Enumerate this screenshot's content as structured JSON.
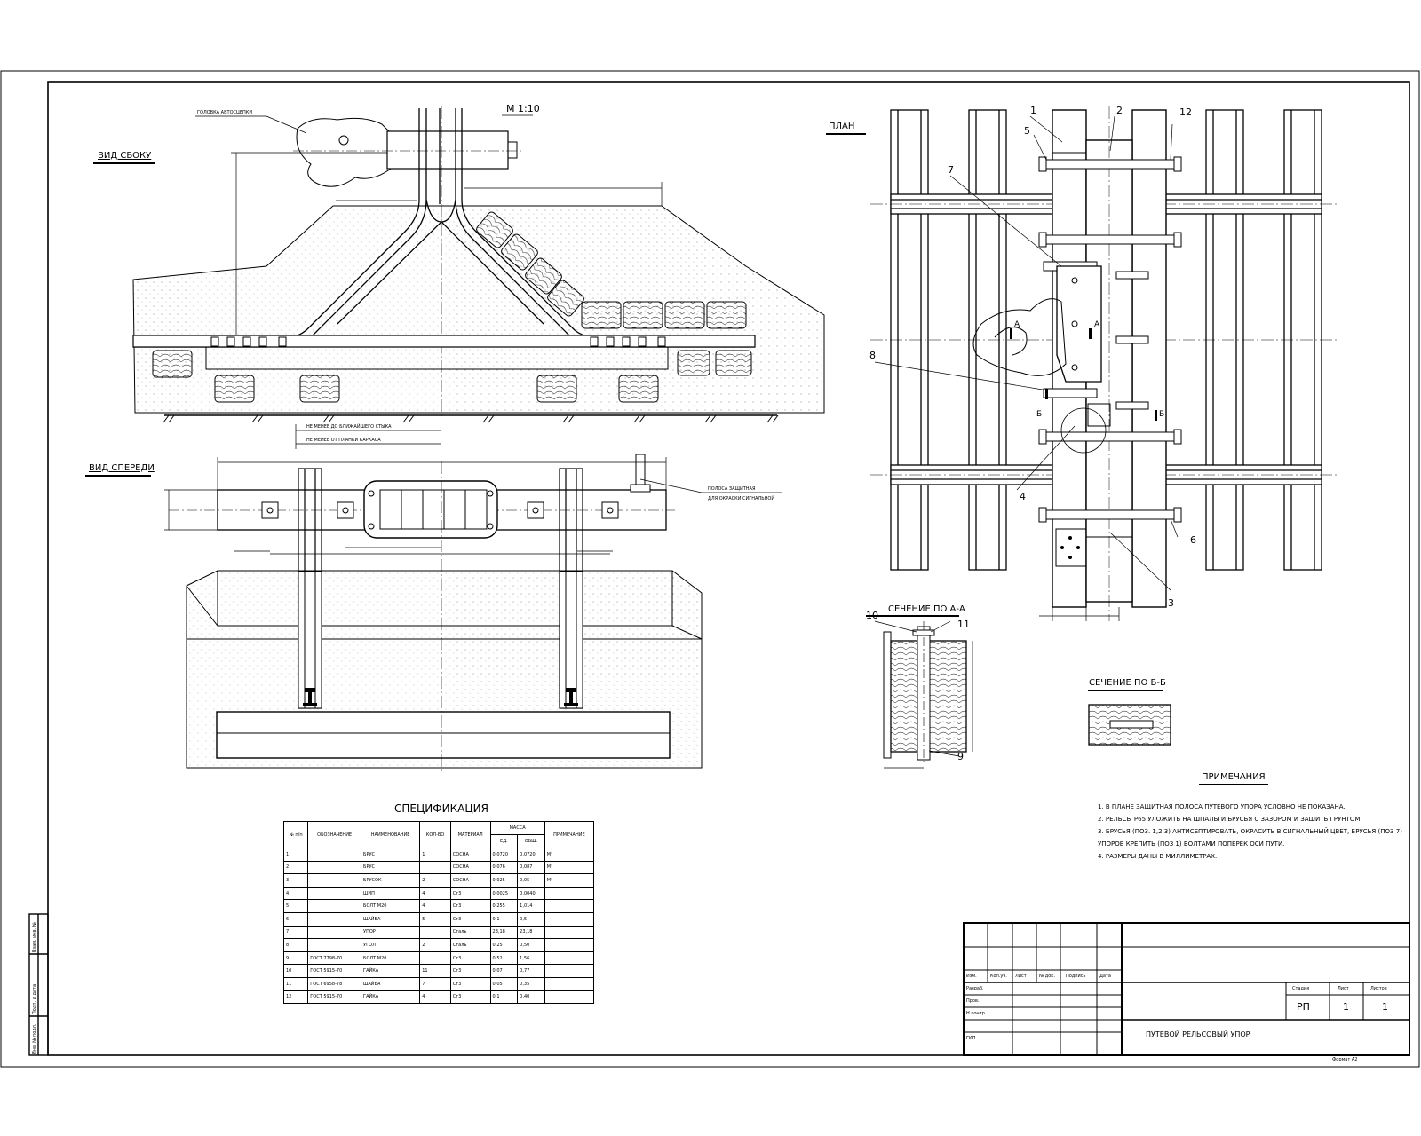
{
  "views": {
    "side_view_title": "ВИД СБОКУ",
    "front_view_title": "ВИД СПЕРЕДИ",
    "plan_title": "ПЛАН",
    "scale": "М 1:10",
    "section_aa": "СЕЧЕНИЕ ПО А-А",
    "section_bb": "СЕЧЕНИЕ ПО Б-Б"
  },
  "side_annotations": {
    "callout_top": "ГОЛОВКА АВТОСЦЕПКИ",
    "dim_note_1": "НЕ МЕНЕЕ ДО БЛИЖАЙШЕГО СТЫКА",
    "dim_note_2": "НЕ МЕНЕЕ ОТ ПЛАНКИ КАРКАСА"
  },
  "front_annotations": {
    "callout_right_1": "ПОЛОСА ЗАЩИТНАЯ",
    "callout_right_2": "ДЛЯ ОКРАСКИ СИГНАЛЬНОЙ"
  },
  "plan_markers": {
    "a_left": "А",
    "a_right": "А",
    "b_left": "Б",
    "b_right": "Б"
  },
  "position_numbers": {
    "p1": "1",
    "p2": "2",
    "p3": "3",
    "p4": "4",
    "p5": "5",
    "p6": "6",
    "p7": "7",
    "p8": "8",
    "p9": "9",
    "p10": "10",
    "p11": "11",
    "p12": "12"
  },
  "specification": {
    "title": "СПЕЦИФИКАЦИЯ",
    "headers": {
      "pos": "№ п/п",
      "designation": "ОБОЗНАЧЕНИЕ",
      "name": "НАИМЕНОВАНИЕ",
      "qty": "КОЛ-ВО",
      "material": "МАТЕРИАЛ",
      "mass": "МАССА",
      "mass_unit": "ЕД.",
      "mass_total": "ОБЩ.",
      "note": "ПРИМЕЧАНИЕ"
    },
    "rows": [
      {
        "pos": "1",
        "des": "",
        "name": "БРУС",
        "qty": "1",
        "mat": "СОСНА",
        "m1": "0,0720",
        "m2": "0,0720",
        "note": "М³"
      },
      {
        "pos": "2",
        "des": "",
        "name": "БРУС",
        "qty": "",
        "mat": "СОСНА",
        "m1": "0,076",
        "m2": "0,087",
        "note": "М³"
      },
      {
        "pos": "3",
        "des": "",
        "name": "БРУСОК",
        "qty": "2",
        "mat": "СОСНА",
        "m1": "0,025",
        "m2": "0,05",
        "note": "М³"
      },
      {
        "pos": "4",
        "des": "",
        "name": "ШИП",
        "qty": "4",
        "mat": "Ст3",
        "m1": "0,0025",
        "m2": "0,0040",
        "note": ""
      },
      {
        "pos": "5",
        "des": "",
        "name": "БОЛТ М20",
        "qty": "4",
        "mat": "Ст3",
        "m1": "0,255",
        "m2": "1,014",
        "note": ""
      },
      {
        "pos": "6",
        "des": "",
        "name": "ШАЙБА",
        "qty": "5",
        "mat": "Ст3",
        "m1": "0,1",
        "m2": "0,5",
        "note": ""
      },
      {
        "pos": "7",
        "des": "",
        "name": "УПОР",
        "qty": "",
        "mat": "Сталь",
        "m1": "23,18",
        "m2": "23,18",
        "note": ""
      },
      {
        "pos": "8",
        "des": "",
        "name": "УГОЛ",
        "qty": "2",
        "mat": "Сталь",
        "m1": "0,25",
        "m2": "0,50",
        "note": ""
      },
      {
        "pos": "9",
        "des": "ГОСТ 7798-70",
        "name": "БОЛТ М20",
        "qty": "",
        "mat": "Ст3",
        "m1": "0,52",
        "m2": "1,56",
        "note": ""
      },
      {
        "pos": "10",
        "des": "ГОСТ 5915-70",
        "name": "ГАЙКА",
        "qty": "11",
        "mat": "Ст3",
        "m1": "0,07",
        "m2": "0,77",
        "note": ""
      },
      {
        "pos": "11",
        "des": "ГОСТ 6958-78",
        "name": "ШАЙБА",
        "qty": "7",
        "mat": "Ст3",
        "m1": "0,05",
        "m2": "0,35",
        "note": ""
      },
      {
        "pos": "12",
        "des": "ГОСТ 5915-70",
        "name": "ГАЙКА",
        "qty": "4",
        "mat": "Ст3",
        "m1": "0,1",
        "m2": "0,40",
        "note": ""
      }
    ]
  },
  "notes": {
    "title": "ПРИМЕЧАНИЯ",
    "lines": [
      "1. В ПЛАНЕ ЗАЩИТНАЯ ПОЛОСА ПУТЕВОГО УПОРА УСЛОВНО НЕ ПОКАЗАНА.",
      "2. РЕЛЬСЫ Р65 УЛОЖИТЬ НА ШПАЛЫ И БРУСЬЯ С ЗАЗОРОМ И ЗАШИТЬ ГРУНТОМ.",
      "3. БРУСЬЯ (ПОЗ. 1,2,3) АНТИСЕПТИРОВАТЬ, ОКРАСИТЬ В СИГНАЛЬНЫЙ ЦВЕТ, БРУСЬЯ (ПОЗ 7)",
      "   УПОРОВ КРЕПИТЬ (ПОЗ 1) БОЛТАМИ ПОПЕРЕК ОСИ ПУТИ.",
      "4. РАЗМЕРЫ ДАНЫ В МИЛЛИМЕТРАХ."
    ]
  },
  "title_block": {
    "head_labels": [
      "Изм.",
      "Кол.уч.",
      "Лист",
      "№ док.",
      "Подпись",
      "Дата"
    ],
    "roles": [
      "Разраб.",
      "Пров.",
      "Н.контр.",
      "ГИП"
    ],
    "drawing_title": "ПУТЕВОЙ РЕЛЬСОВЫЙ УПОР",
    "stage_label": "Стадия",
    "sheet_label": "Лист",
    "sheets_label": "Листов",
    "stage": "РП",
    "sheet": "1",
    "sheets": "1",
    "format": "Формат А2"
  },
  "side_stamp": {
    "labels": [
      "Инв. № подл.",
      "Подп. и дата",
      "Взам. инв. №"
    ]
  }
}
